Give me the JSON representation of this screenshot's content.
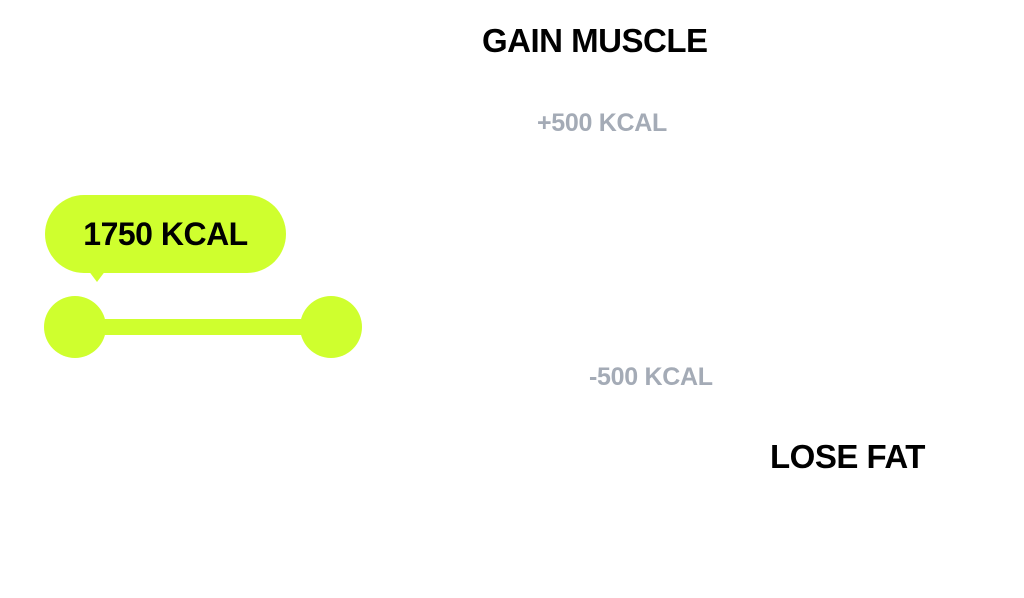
{
  "goals": {
    "gain_label": "GAIN MUSCLE",
    "lose_label": "LOSE FAT"
  },
  "deltas": {
    "plus_label": "+500 KCAL",
    "minus_label": "-500 KCAL"
  },
  "slider": {
    "value_label": "1750 KCAL",
    "accent_color": "#cfff2e"
  },
  "colors": {
    "background": "#ffffff",
    "primary_text": "#000000",
    "muted_text": "#a4abb6"
  }
}
